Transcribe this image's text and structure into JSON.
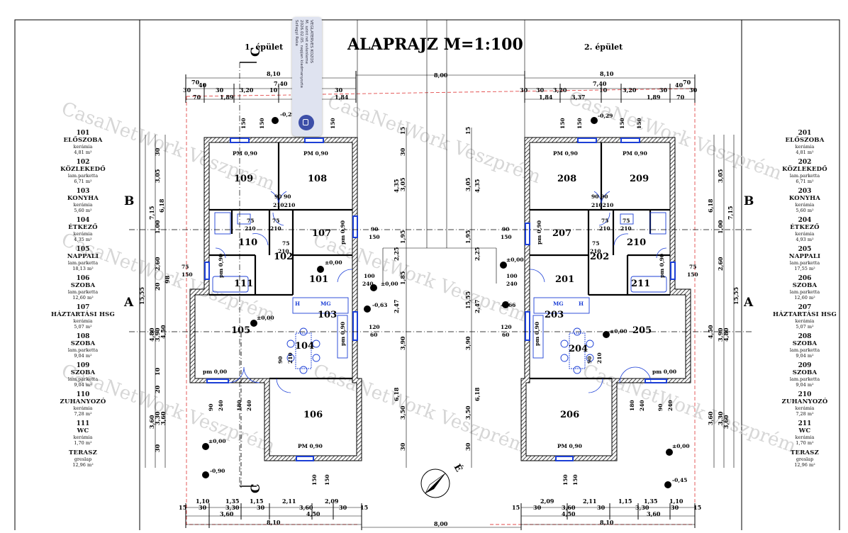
{
  "title": "ALAPRAJZ M=1:100",
  "buildings": {
    "left": "1. épület",
    "right": "2. épület"
  },
  "section_letters": {
    "a": "A",
    "b": "B",
    "c": "C"
  },
  "north_label": "É",
  "watermark": "CasaNetWork Veszprém",
  "note": {
    "lines": [
      "VEGLATERVES KOZOS",
      "M. szint ret evlenleme",
      "2026.02.05. napjan kiadmanyozta",
      "Szilagyi Reka"
    ],
    "icon": "document-icon"
  },
  "legend_left": [
    {
      "num": "101",
      "name": "ELŐSZOBA",
      "mat": "kerámia",
      "area": "4,81 m²"
    },
    {
      "num": "102",
      "name": "KÖZLEKEDŐ",
      "mat": "lam.parketta",
      "area": "6,71 m²"
    },
    {
      "num": "103",
      "name": "KONYHA",
      "mat": "kerámia",
      "area": "5,60 m²"
    },
    {
      "num": "104",
      "name": "ÉTKEZŐ",
      "mat": "kerámia",
      "area": "4,35 m²"
    },
    {
      "num": "105",
      "name": "NAPPALI",
      "mat": "lam.parketta",
      "area": "18,13 m²"
    },
    {
      "num": "106",
      "name": "SZOBA",
      "mat": "lam.parketta",
      "area": "12,60 m²"
    },
    {
      "num": "107",
      "name": "HÁZTARTÁSI HSG",
      "mat": "kerámia",
      "area": "5,07 m²"
    },
    {
      "num": "108",
      "name": "SZOBA",
      "mat": "lam.parketta",
      "area": "9,04 m²"
    },
    {
      "num": "109",
      "name": "SZOBA",
      "mat": "lam.parketta",
      "area": "9,04 m²"
    },
    {
      "num": "110",
      "name": "ZUHANYOZÓ",
      "mat": "kerámia",
      "area": "7,28 m²"
    },
    {
      "num": "111",
      "name": "WC",
      "mat": "kerámia",
      "area": "1,70 m²"
    },
    {
      "num": "",
      "name": "TERASZ",
      "mat": "greslap",
      "area": "12,96 m²"
    }
  ],
  "legend_right": [
    {
      "num": "201",
      "name": "ELŐSZOBA",
      "mat": "kerámia",
      "area": "4,81 m²"
    },
    {
      "num": "202",
      "name": "KÖZLEKEDŐ",
      "mat": "lam.parketta",
      "area": "6,71 m²"
    },
    {
      "num": "203",
      "name": "KONYHA",
      "mat": "kerámia",
      "area": "5,60 m²"
    },
    {
      "num": "204",
      "name": "ÉTKEZŐ",
      "mat": "kerámia",
      "area": "4,93 m²"
    },
    {
      "num": "205",
      "name": "NAPPALI",
      "mat": "lam.parketta",
      "area": "17,55 m²"
    },
    {
      "num": "206",
      "name": "SZOBA",
      "mat": "lam.parketta",
      "area": "12,60 m²"
    },
    {
      "num": "207",
      "name": "HÁZTARTÁSI HSG",
      "mat": "kerámia",
      "area": "5,07 m²"
    },
    {
      "num": "208",
      "name": "SZOBA",
      "mat": "lam.parketta",
      "area": "9,04 m²"
    },
    {
      "num": "209",
      "name": "SZOBA",
      "mat": "lam.parketta",
      "area": "9,04 m²"
    },
    {
      "num": "210",
      "name": "ZUHANYOZÓ",
      "mat": "kerámia",
      "area": "7,28 m²"
    },
    {
      "num": "211",
      "name": "WC",
      "mat": "kerámia",
      "area": "1,70 m²"
    },
    {
      "num": "",
      "name": "TERASZ",
      "mat": "greslap",
      "area": "12,96 m²"
    }
  ],
  "rooms_left": {
    "r109": "109",
    "r108": "108",
    "r107": "107",
    "r110": "110",
    "r102": "102",
    "r101": "101",
    "r111": "111",
    "r103": "103",
    "r105": "105",
    "r104": "104",
    "r106": "106"
  },
  "rooms_right": {
    "r208": "208",
    "r209": "209",
    "r207": "207",
    "r210": "210",
    "r202": "202",
    "r201": "201",
    "r211": "211",
    "r203": "203",
    "r205": "205",
    "r204": "204",
    "r206": "206"
  },
  "labels": {
    "pm090": "PM 0,90",
    "pm000": "pm 0,00",
    "pm000b": "pm 0,00",
    "lvl_000": "±0,00",
    "lvl_029": "-0,29",
    "lvl_063": "-0,63",
    "lvl_066": "-0,66",
    "lvl_090": "-0,90",
    "lvl_045": "-0,45",
    "door_75": "75",
    "door_210": "210",
    "door_90": "90",
    "d_90_90": "90 90",
    "d_210_210": "210210",
    "w_150": "150",
    "w_240": "240",
    "w_180": "180",
    "w_120": "120",
    "w_60": "60",
    "w_100": "100",
    "pm090v": "pm 0,90",
    "H": "H",
    "MG": "MG"
  },
  "dims_top": {
    "d810": "8,10",
    "d740": "7,40",
    "d70": "70",
    "d30": "30",
    "d320": "3,20",
    "d10": "10",
    "d189": "1,89",
    "d337": "3,37",
    "d184": "1,84",
    "d800": "8,00",
    "d40": "40"
  },
  "dims_bottom": {
    "d110": "1,10",
    "d135": "1,35",
    "d115": "1,15",
    "d211": "2,11",
    "d209": "2,09",
    "d15": "15",
    "d30": "30",
    "d330": "3,30",
    "d360": "3,60",
    "d450": "4,50",
    "d810": "8,10",
    "d800": "8,00"
  },
  "dims_side": {
    "d1555": "15,55",
    "d715": "7,15",
    "d618": "6,18",
    "d305": "3,05",
    "d435": "4,35",
    "d100": "1,00",
    "d260": "2,60",
    "d20": "20",
    "d98": "98",
    "d480": "4,80",
    "d390": "3,90",
    "d450": "4,50",
    "d195": "1,95",
    "d225": "2,25",
    "d185": "1,85",
    "d247": "2,47",
    "d350": "3,50",
    "d330": "3,30",
    "d360": "3,60",
    "d10": "10",
    "d15": "15",
    "d30": "30",
    "d618b": "6,18"
  }
}
